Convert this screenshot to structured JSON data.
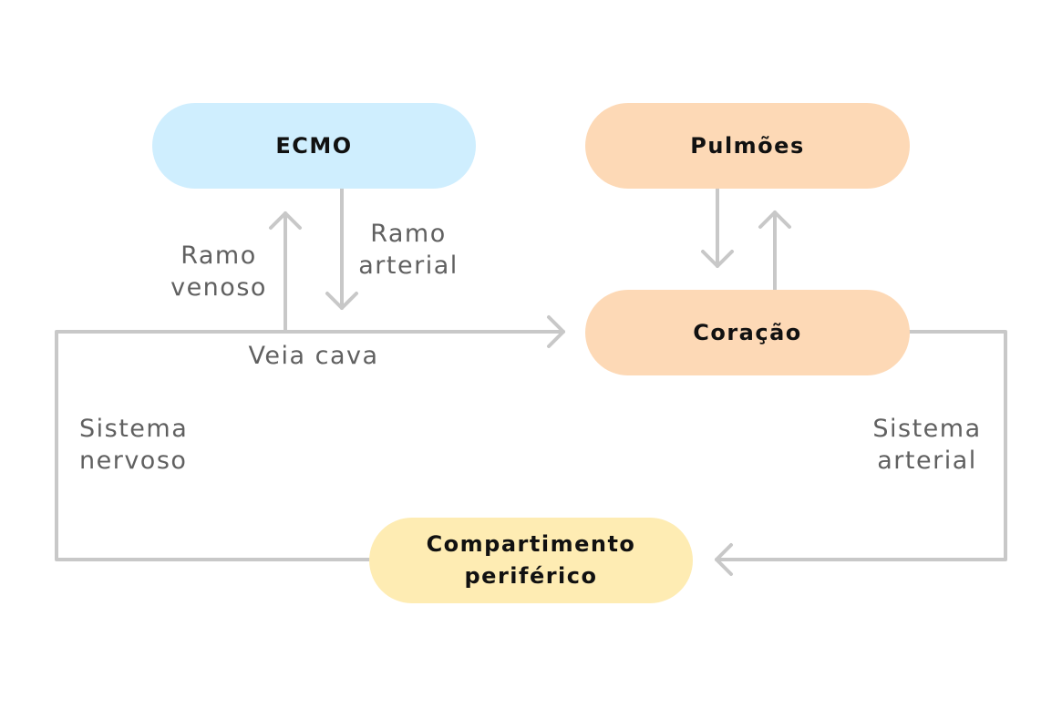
{
  "colors": {
    "ecmo": "#cfeefe",
    "organ": "#fdd9b6",
    "peripheral": "#feecb3",
    "connector": "#c8c8c8",
    "label_text": "#606060",
    "node_text": "#111111"
  },
  "nodes": {
    "ecmo": "ECMO",
    "lungs": "Pulmões",
    "heart": "Coração",
    "peripheral": "Compartimento\nperiférico"
  },
  "labels": {
    "venous_branch": "Ramo\nvenoso",
    "arterial_branch": "Ramo\narterial",
    "vena_cava": "Veia cava",
    "nervous_system": "Sistema\nnervoso",
    "arterial_system": "Sistema\narterial"
  }
}
